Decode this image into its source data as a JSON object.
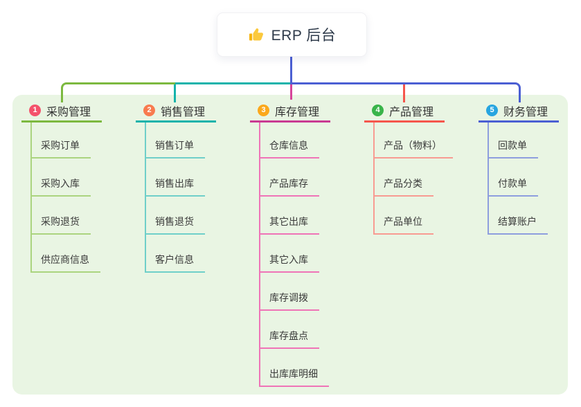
{
  "root": {
    "title": "ERP 后台",
    "icon": "thumbs-up"
  },
  "colors": {
    "panel_bg": "#E9F5E3",
    "page_bg": "#FFFFFF",
    "root_text": "#2E3A4A",
    "branch_text": "#333333",
    "sub_text": "#3A3A3A"
  },
  "connectors": {
    "root_drop": "#4B5FD3",
    "rail_left": "#7CB93F",
    "rail_mid": "#14B3AB",
    "rail_right": "#4B5FD3",
    "drop_sales": "#14B3AB",
    "drop_inventory": "#D6439A",
    "drop_product": "#F5564C"
  },
  "branches": [
    {
      "num": "1",
      "name": "采购管理",
      "badge_color": "#F4526B",
      "line_color": "#7CB93F",
      "sub_line_color": "#ABD47F",
      "items": [
        "采购订单",
        "采购入库",
        "采购退货",
        "供应商信息"
      ]
    },
    {
      "num": "2",
      "name": "销售管理",
      "badge_color": "#F87B4F",
      "line_color": "#14B3AB",
      "sub_line_color": "#6FCFC9",
      "items": [
        "销售订单",
        "销售出库",
        "销售退货",
        "客户信息"
      ]
    },
    {
      "num": "3",
      "name": "库存管理",
      "badge_color": "#FBA81C",
      "line_color": "#C93A92",
      "sub_line_color": "#EF74B7",
      "items": [
        "仓库信息",
        "产品库存",
        "其它出库",
        "其它入库",
        "库存调拨",
        "库存盘点",
        "出库库明细"
      ]
    },
    {
      "num": "4",
      "name": "产品管理",
      "badge_color": "#39B44A",
      "line_color": "#F5564C",
      "sub_line_color": "#F89B92",
      "items": [
        "产品（物料）",
        "产品分类",
        "产品单位"
      ]
    },
    {
      "num": "5",
      "name": "财务管理",
      "badge_color": "#27A5E0",
      "line_color": "#4B5FD3",
      "sub_line_color": "#8E9EDE",
      "items": [
        "回款单",
        "付款单",
        "结算账户"
      ]
    }
  ]
}
